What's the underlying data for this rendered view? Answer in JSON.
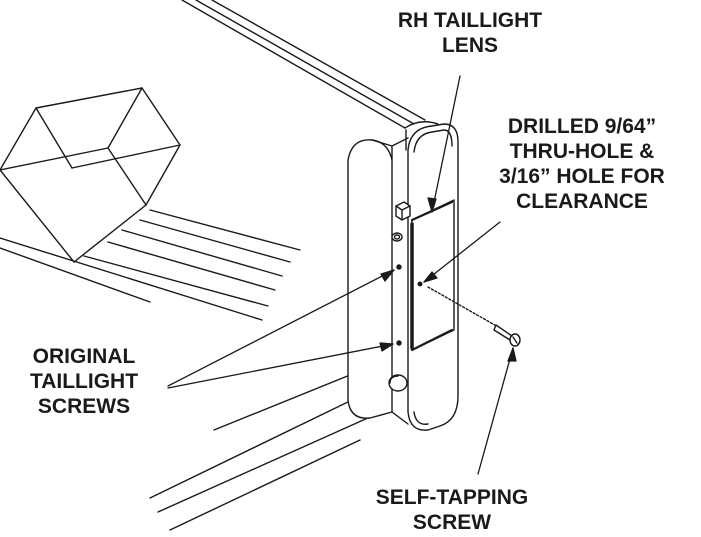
{
  "labels": {
    "rh_taillight_lens": [
      "RH TAILLIGHT",
      "LENS"
    ],
    "drilled_hole": [
      "DRILLED 9/64”",
      "THRU-HOLE &",
      "3/16” HOLE FOR",
      "CLEARANCE"
    ],
    "original_screws": [
      "ORIGINAL",
      "TAILLIGHT",
      "SCREWS"
    ],
    "self_tapping_screw": [
      "SELF-TAPPING",
      "SCREW"
    ]
  },
  "colors": {
    "line": "#1a1a1a",
    "background": "#ffffff"
  }
}
